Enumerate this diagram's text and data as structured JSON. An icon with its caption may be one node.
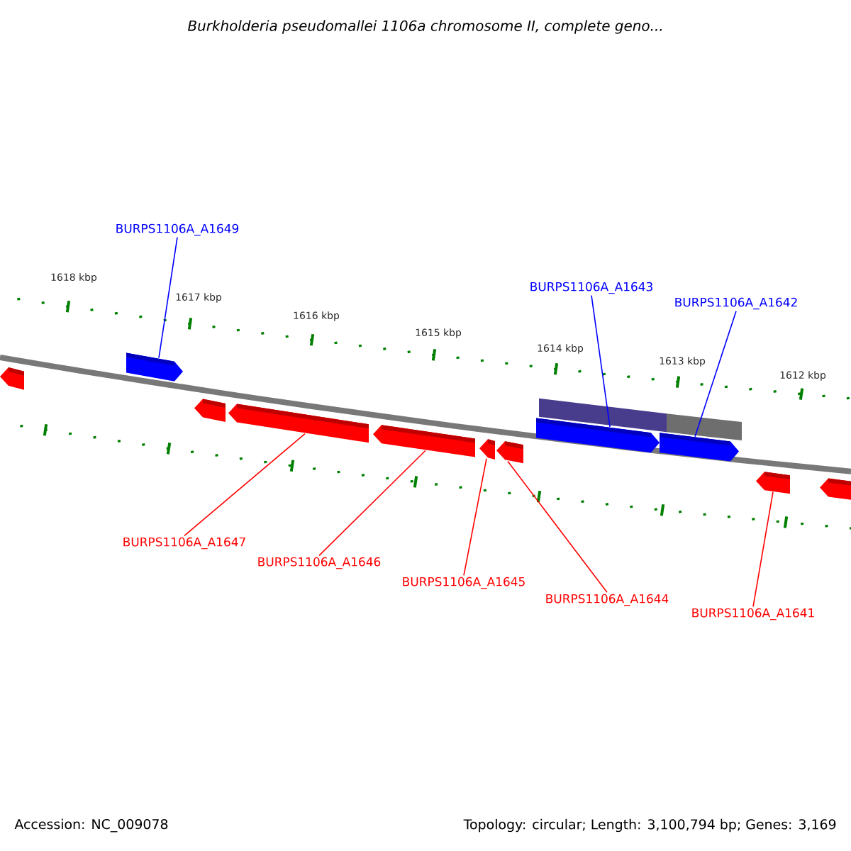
{
  "diagram": {
    "title": "Burkholderia pseudomallei 1106a chromosome II, complete geno...",
    "nodes": [
      {
        "text": [
          "BURPS1106A_A1649"
        ]
      },
      {
        "text": [
          "BURPS1106A_A1643"
        ]
      },
      {
        "text": [
          "BURPS1106A_A1642"
        ]
      },
      {
        "text": [
          "BURPS1106A_A1647"
        ]
      },
      {
        "text": [
          "BURPS1106A_A1646"
        ]
      },
      {
        "text": [
          "BURPS1106A_A1645"
        ]
      },
      {
        "text": [
          "BURPS1106A_A1644"
        ]
      },
      {
        "text": [
          "BURPS1106A_A1641"
        ]
      },
      {
        "text": [],
        "shape": "bar"
      },
      {
        "text": [],
        "shape": "bar"
      },
      {
        "text": [],
        "shape": "bar"
      },
      {
        "text": [],
        "shape": "bar"
      },
      {
        "text": [],
        "shape": "bar"
      },
      {
        "text": [],
        "shape": "bar"
      },
      {
        "text": [],
        "shape": "bar"
      },
      {
        "text": [],
        "shape": "bar"
      },
      {
        "text": [],
        "shape": "bar"
      },
      {
        "text": [],
        "shape": "bar"
      },
      {
        "text": [],
        "shape": "bar"
      }
    ],
    "edges": [
      {
        "from": 0,
        "to": 9,
        "arrow": "none",
        "color": "#0000ff"
      },
      {
        "from": 1,
        "to": 15,
        "arrow": "none",
        "color": "#0000ff"
      },
      {
        "from": 2,
        "to": 16,
        "arrow": "none",
        "color": "#0000ff"
      },
      {
        "from": 3,
        "to": 11,
        "arrow": "none"
      },
      {
        "from": 4,
        "to": 12,
        "arrow": "none"
      },
      {
        "from": 5,
        "to": 13,
        "arrow": "none"
      },
      {
        "from": 6,
        "to": 14,
        "arrow": "none"
      },
      {
        "from": 7,
        "to": 17,
        "arrow": "none"
      }
    ],
    "labels": [
      "1618 kbp",
      "1617 kbp",
      "1616 kbp",
      "1615 kbp",
      "1614 kbp",
      "1613 kbp",
      "1612 kbp",
      "Accession: NC_009078",
      "Topology: circular; Length: 3,100,794 bp; Genes: 3,169"
    ]
  }
}
